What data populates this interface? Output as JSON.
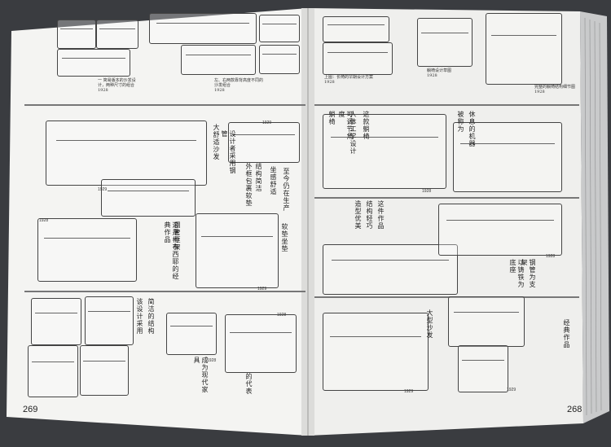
{
  "pages": {
    "left": {
      "number": "269",
      "captions": [
        {
          "text": "一 简易版本的沙发设计，两种尺寸的组合",
          "year": "1928"
        },
        {
          "text": "左、右两款靠背高度不同的沙发组合",
          "year": "1928"
        }
      ],
      "chair_years": [
        "1929",
        "1929",
        "1928",
        "1929",
        "1928",
        "1928"
      ],
      "text_columns": [
        "大舒适沙发",
        "设计者采用钢管",
        "外框包裹软垫",
        "结构简洁",
        "坐感舒适",
        "至今仍在生产",
        "这是柯布西耶的经典作品",
        "钢管框架",
        "软垫坐垫",
        "该设计采用",
        "简洁的结构",
        "成为现代家具",
        "的代表"
      ]
    },
    "right": {
      "number": "268",
      "captions": [
        {
          "text": "上图：长椅的早期设计方案",
          "year": "1928"
        },
        {
          "text": "躺椅设计草图",
          "year": "1928"
        },
        {
          "text": "完整的躺椅结构细节图",
          "year": "1928"
        }
      ],
      "chair_years": [
        "1928",
        "1928",
        "1929",
        "1929"
      ],
      "text_columns": [
        "躺椅",
        "可调节角度",
        "人体工学设计",
        "这款躺椅",
        "被称为",
        "休息的机器",
        "造型优美",
        "结构轻巧",
        "这件作品",
        "以铸铁为底座",
        "钢管为支架",
        "大型沙发",
        "经典作品"
      ]
    }
  }
}
